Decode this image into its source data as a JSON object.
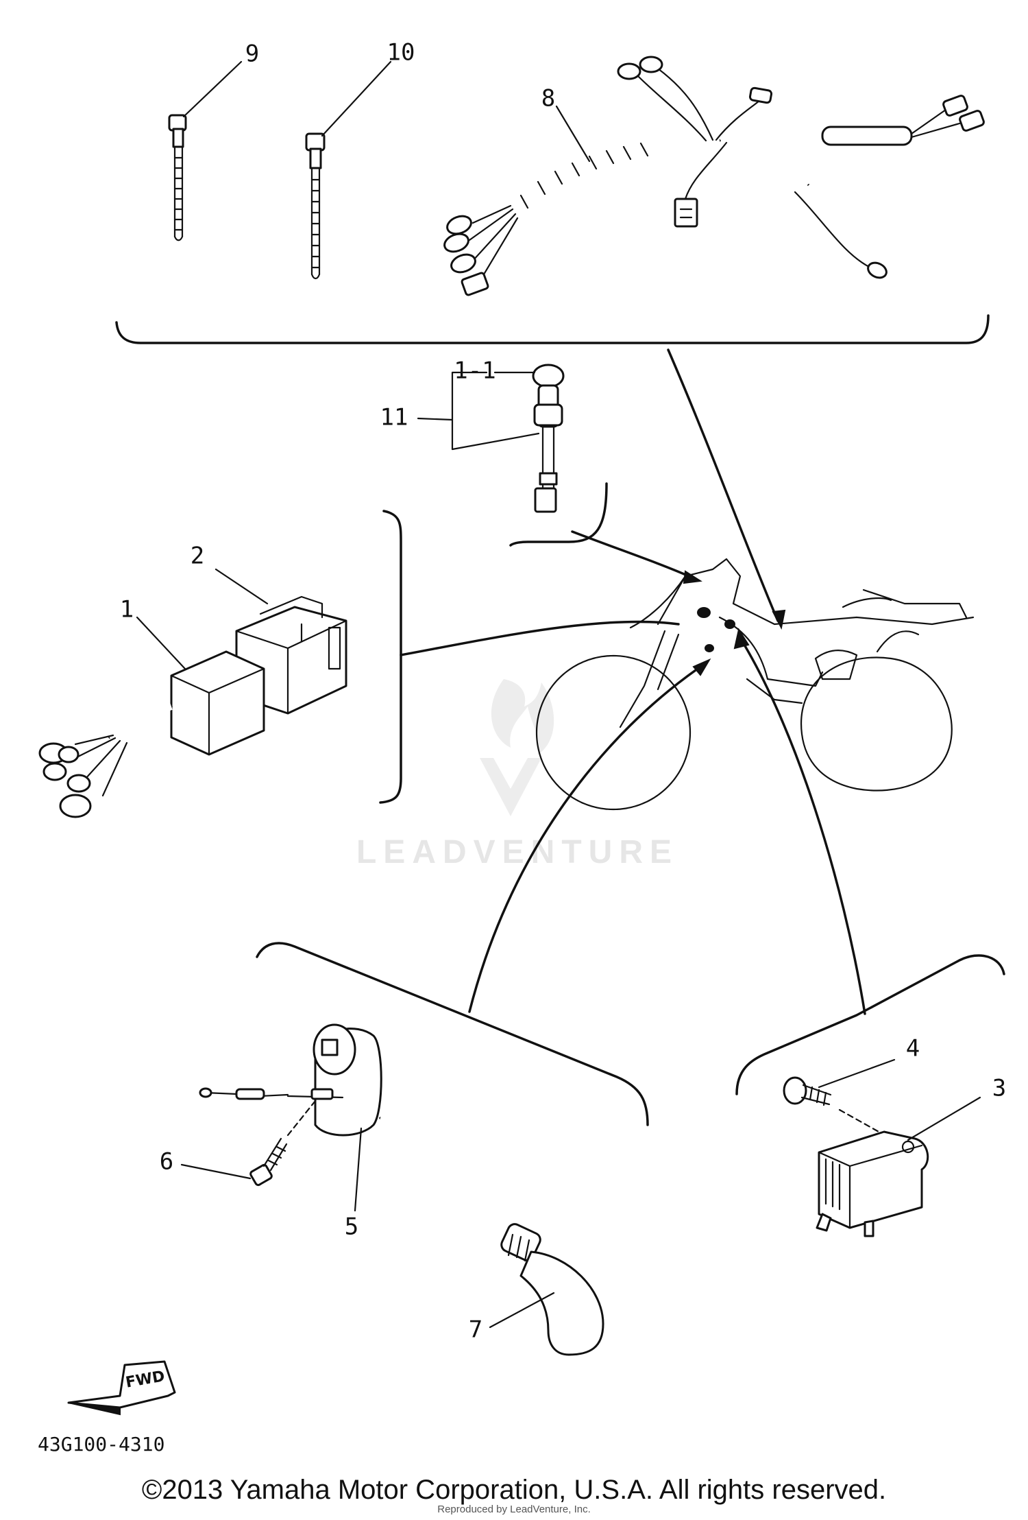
{
  "diagram": {
    "callouts": {
      "c1": "1",
      "c2": "2",
      "c3": "3",
      "c4": "4",
      "c5": "5",
      "c6": "6",
      "c7": "7",
      "c8": "8",
      "c9": "9",
      "c10": "10",
      "c11": "11",
      "c111": "1-1"
    },
    "fwd_label": "FWD",
    "part_code": "43G100-4310",
    "watermark": "LEADVENTURE"
  },
  "footer": {
    "copyright": "©2013 Yamaha Motor Corporation, U.S.A. All rights reserved.",
    "reproduced": "Reproduced by LeadVenture, Inc."
  }
}
